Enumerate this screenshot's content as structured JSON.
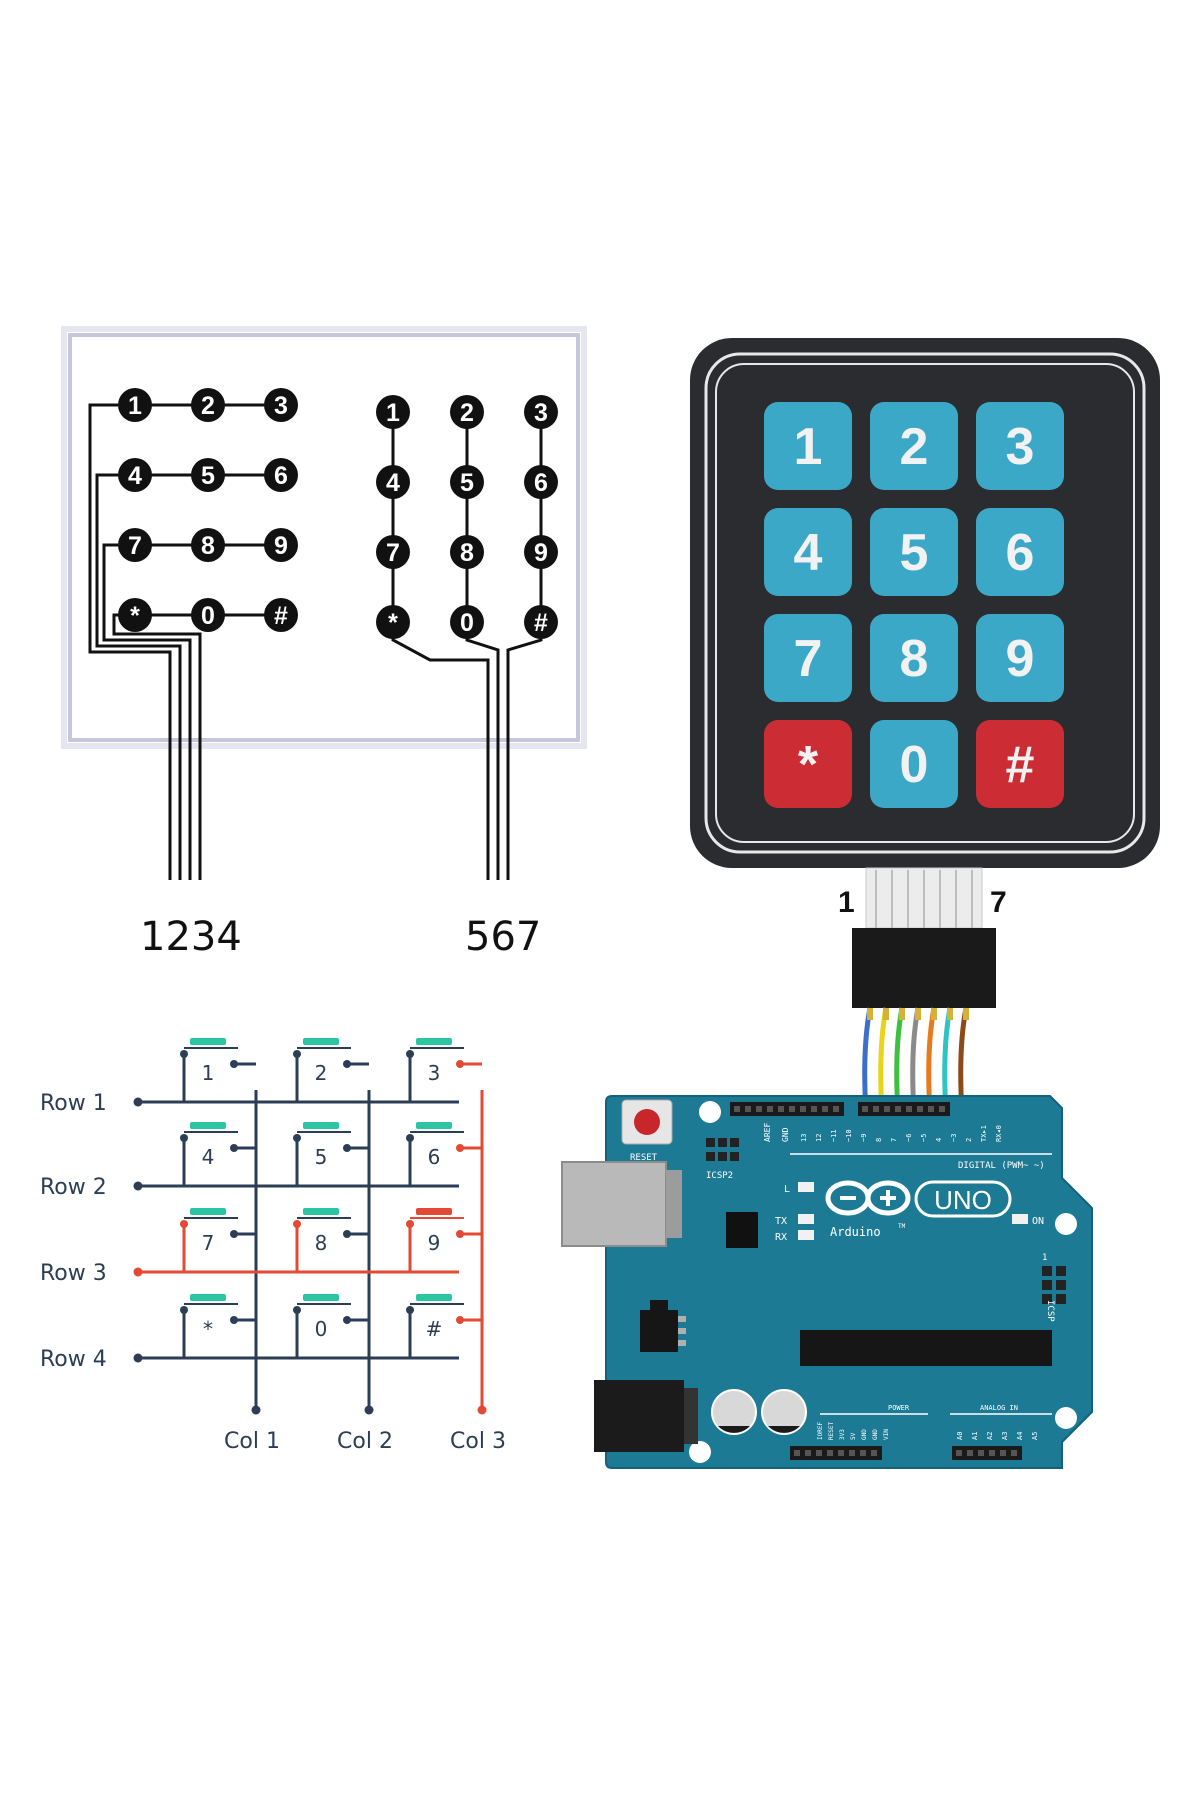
{
  "colors": {
    "trace": "#111111",
    "keypad_body": "#2a2c30",
    "key_blue": "#3ba8c8",
    "key_red": "#cc2d35",
    "row_blue": "#2c3e55",
    "row_red": "#e24a35",
    "button_cap": "#2cc5a3",
    "arduino_board": "#1d7a95"
  },
  "pcb_diagram": {
    "left_layout": [
      [
        "1",
        "2",
        "3"
      ],
      [
        "4",
        "5",
        "6"
      ],
      [
        "7",
        "8",
        "9"
      ],
      [
        "*",
        "0",
        "#"
      ]
    ],
    "right_layout": [
      [
        "1",
        "2",
        "3"
      ],
      [
        "4",
        "5",
        "6"
      ],
      [
        "7",
        "8",
        "9"
      ],
      [
        "*",
        "0",
        "#"
      ]
    ],
    "left_pins_label": "1234",
    "right_pins_label": "567"
  },
  "membrane_keypad": {
    "keys": [
      "1",
      "2",
      "3",
      "4",
      "5",
      "6",
      "7",
      "8",
      "9",
      "*",
      "0",
      "#"
    ],
    "red_keys": [
      "*",
      "#"
    ],
    "ribbon_start_label": "1",
    "ribbon_end_label": "7",
    "wire_colors": [
      "#3b6fc9",
      "#e8d41a",
      "#3fbf3f",
      "#8a8a8a",
      "#e87a1e",
      "#2ec4c4",
      "#8a4a1a"
    ]
  },
  "matrix_schematic": {
    "rows": [
      "Row 1",
      "Row 2",
      "Row 3",
      "Row 4"
    ],
    "cols": [
      "Col 1",
      "Col 2",
      "Col 3"
    ],
    "keys": [
      [
        "1",
        "2",
        "3"
      ],
      [
        "4",
        "5",
        "6"
      ],
      [
        "7",
        "8",
        "9"
      ],
      [
        "*",
        "0",
        "#"
      ]
    ],
    "highlight_row": "Row 3",
    "highlight_col": "Col 3"
  },
  "arduino": {
    "reset_label": "RESET",
    "icsp2_label": "ICSP2",
    "icsp_label": "ICSP",
    "digital_label": "DIGITAL (PWM~ ~)",
    "brand": "Arduino",
    "trademark": "TM",
    "model": "UNO",
    "on_label": "ON",
    "l_label": "L",
    "tx_label": "TX",
    "rx_label": "RX",
    "power_label": "POWER",
    "analog_label": "ANALOG IN",
    "aref_label": "AREF",
    "gnd_label": "GND",
    "digital_pins": [
      "13",
      "12",
      "~11",
      "~10",
      "~9",
      "8",
      "7",
      "~6",
      "~5",
      "4",
      "~3",
      "2",
      "TX▸1",
      "RX◂0"
    ],
    "power_pins": [
      "IOREF",
      "RESET",
      "3V3",
      "5V",
      "GND",
      "GND",
      "VIN"
    ],
    "analog_pins": [
      "A0",
      "A1",
      "A2",
      "A3",
      "A4",
      "A5"
    ],
    "icsp_pin_one": "1"
  }
}
